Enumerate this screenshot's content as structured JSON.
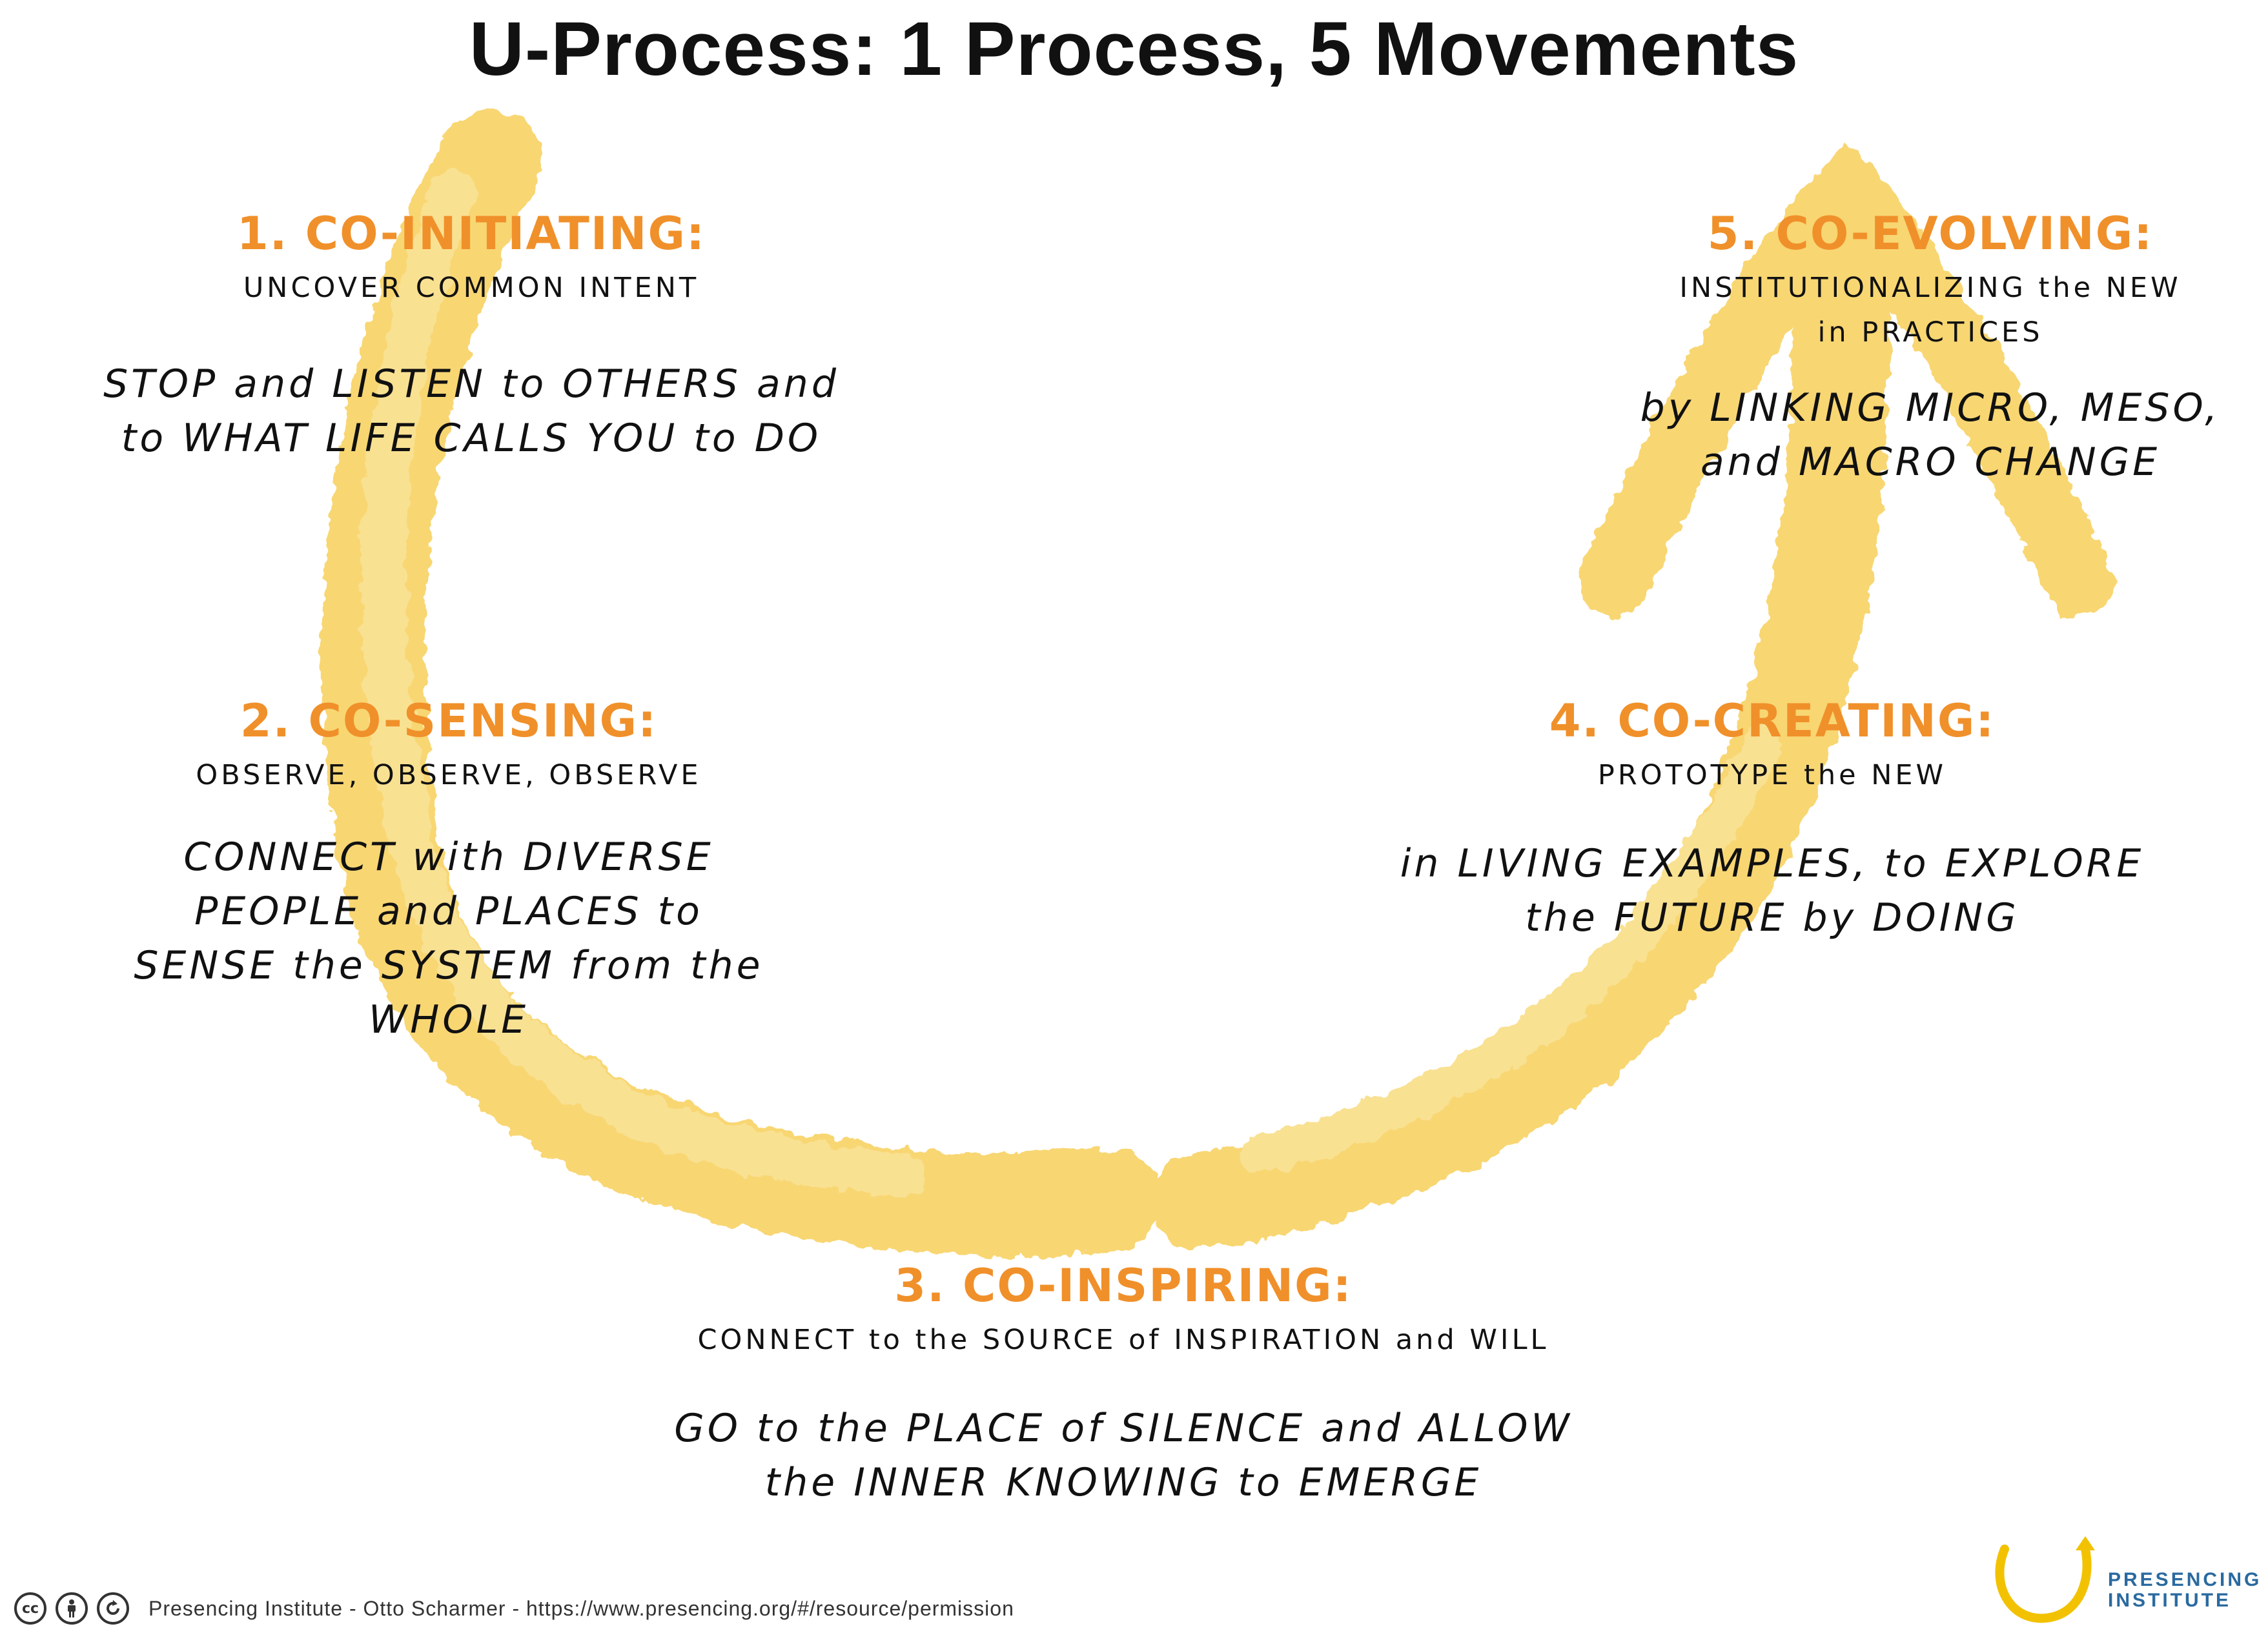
{
  "title": "U-Process: 1 Process, 5 Movements",
  "movements": [
    {
      "heading": "1. CO-INITIATING:",
      "subtitle": [
        "UNCOVER COMMON INTENT"
      ],
      "body": [
        "STOP and LISTEN to OTHERS and",
        "to WHAT LIFE CALLS YOU to DO"
      ]
    },
    {
      "heading": "2. CO-SENSING:",
      "subtitle": [
        "OBSERVE, OBSERVE, OBSERVE"
      ],
      "body": [
        "CONNECT with DIVERSE",
        "PEOPLE and PLACES to",
        "SENSE the SYSTEM from the",
        "WHOLE"
      ]
    },
    {
      "heading": "3. CO-INSPIRING:",
      "subtitle": [
        "CONNECT to the SOURCE of INSPIRATION and WILL"
      ],
      "body": [
        "GO to the PLACE of SILENCE and ALLOW",
        "the INNER KNOWING to EMERGE"
      ]
    },
    {
      "heading": "4. CO-CREATING:",
      "subtitle": [
        "PROTOTYPE the NEW"
      ],
      "body": [
        "in LIVING EXAMPLES, to EXPLORE",
        "the FUTURE by DOING"
      ]
    },
    {
      "heading": "5. CO-EVOLVING:",
      "subtitle": [
        "INSTITUTIONALIZING the NEW",
        "in PRACTICES"
      ],
      "body": [
        "by LINKING MICRO, MESO,",
        "and MACRO CHANGE"
      ]
    }
  ],
  "footer": {
    "license_icons": [
      "cc",
      "by",
      "sa"
    ],
    "license_icon_names": [
      "creative-commons-icon",
      "attribution-icon",
      "share-alike-icon"
    ],
    "credit": "Presencing Institute - Otto Scharmer - https://www.presencing.org/#/resource/permission"
  },
  "logo": {
    "lines": [
      "PRESENCING",
      "INSTITUTE"
    ],
    "colors": {
      "arc": "#f2c200",
      "text": "#2a6aa0"
    }
  },
  "colors": {
    "u_stroke": "#f7cf5a",
    "heading": "#f0902a",
    "text": "#111111"
  }
}
